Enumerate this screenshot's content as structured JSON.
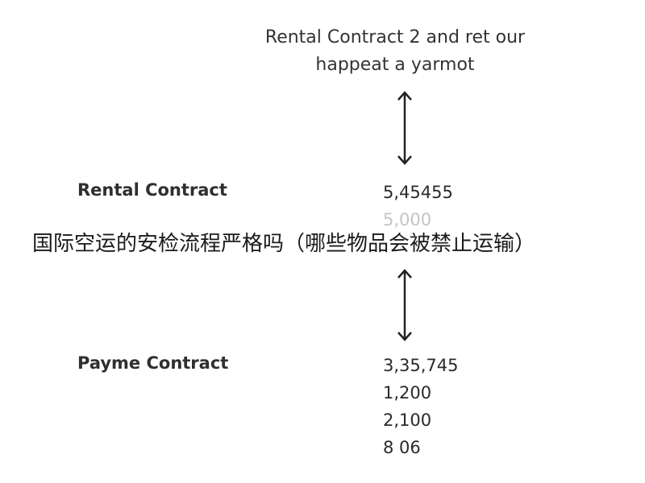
{
  "header": {
    "line1": "Rental Contract 2 and ret our",
    "line2": "happeat a yarmot"
  },
  "rental": {
    "label": "Rental Contract",
    "values": [
      "5,45455",
      "5,000"
    ]
  },
  "payme": {
    "label": "Payme Contract",
    "values": [
      "3,35,745",
      "1,200",
      "2,100",
      "8 06"
    ]
  },
  "overlay_caption": "国际空运的安检流程严格吗（哪些物品会被禁止运输）",
  "icons": {
    "arrow_1": "double-arrow-vertical-icon",
    "arrow_2": "double-arrow-vertical-icon"
  },
  "colors": {
    "text": "#222222",
    "faded": "#c4c4c4",
    "arrow": "#222222"
  }
}
